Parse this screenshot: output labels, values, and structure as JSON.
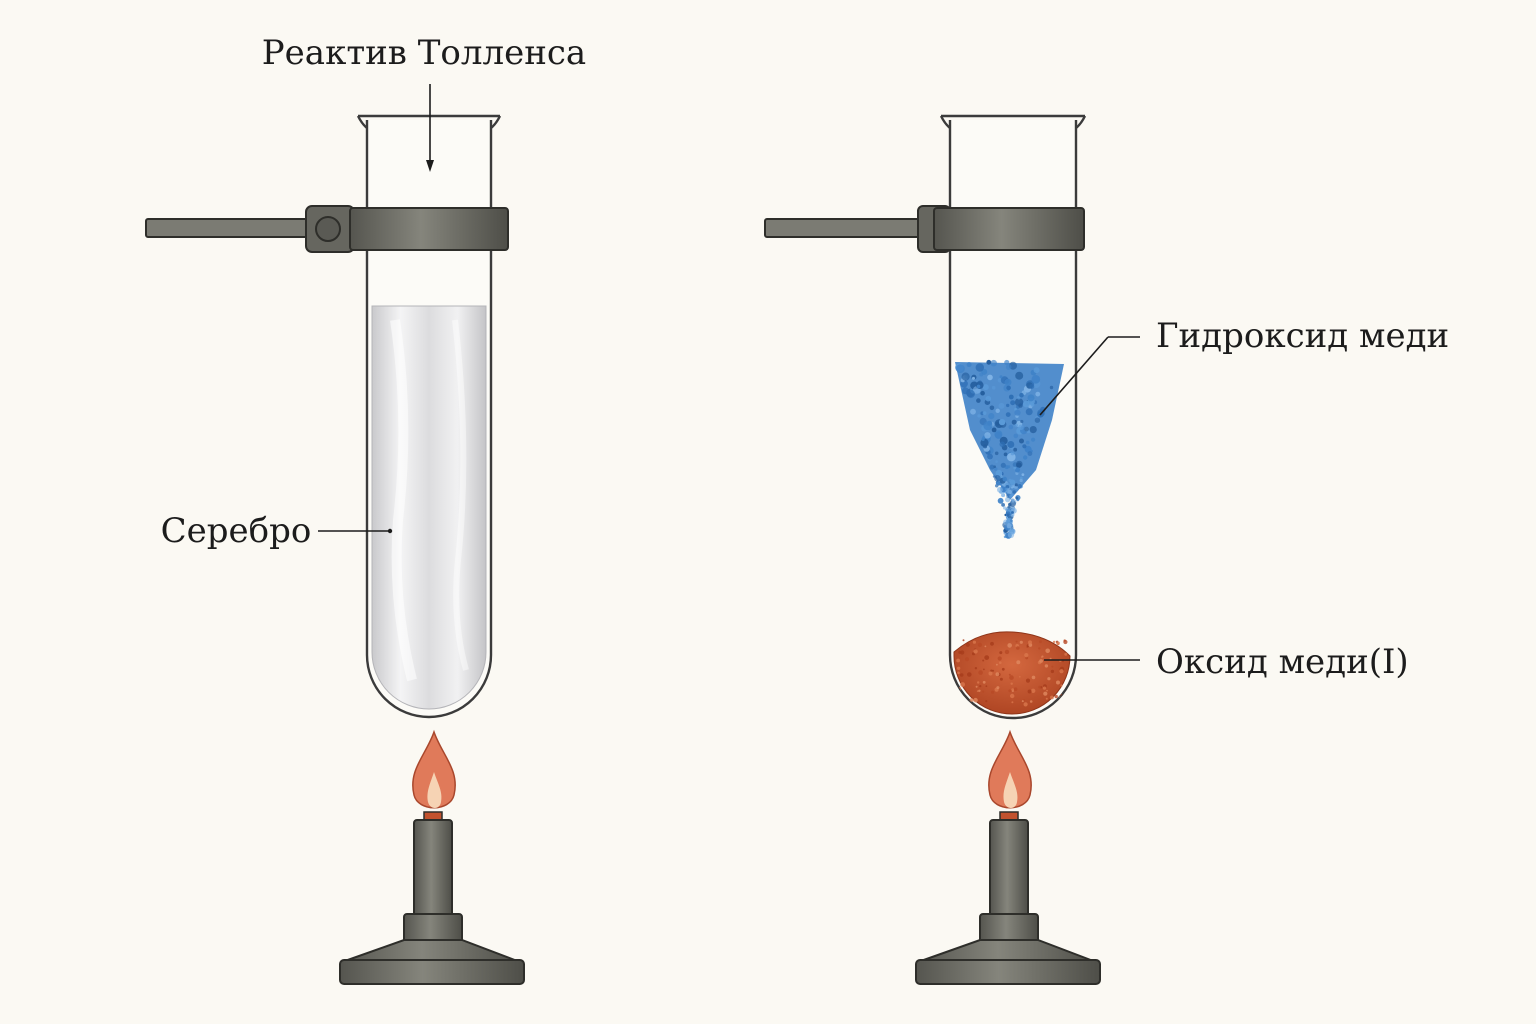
{
  "labels": {
    "tollens_reagent": "Реактив Толленса",
    "silver": "Серебро",
    "copper_hydroxide": "Гидроксид меди",
    "copper_oxide": "Оксид меди(I)"
  },
  "colors": {
    "background": "#fbf9f3",
    "silver_coating": "#e4e4e6",
    "copper_hydroxide": "#3f82c8",
    "copper_oxide": "#c2522e",
    "flame_outer": "#e07a5a",
    "flame_inner": "#f6d3b4",
    "stand_metal": "#66665f"
  }
}
